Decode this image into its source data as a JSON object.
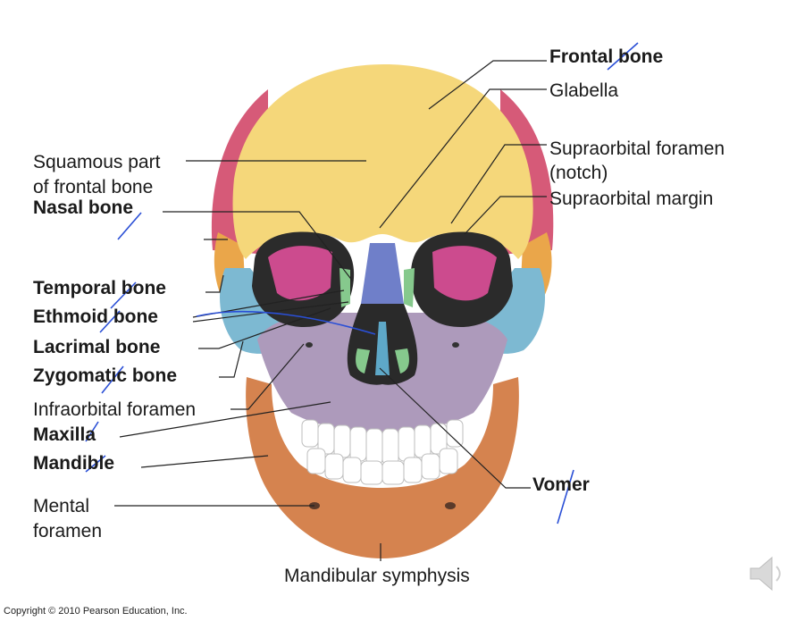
{
  "labels": {
    "frontal_bone": "Frontal bone",
    "glabella": "Glabella",
    "supraorbital_foramen_1": "Supraorbital foramen",
    "supraorbital_foramen_2": "(notch)",
    "supraorbital_margin": "Supraorbital margin",
    "squamous_1": "Squamous part",
    "squamous_2": "of frontal bone",
    "nasal_bone": "Nasal bone",
    "temporal_bone": "Temporal bone",
    "ethmoid_bone": "Ethmoid bone",
    "lacrimal_bone": "Lacrimal bone",
    "zygomatic_bone": "Zygomatic bone",
    "infraorbital_foramen": "Infraorbital foramen",
    "maxilla": "Maxilla",
    "mandible": "Mandible",
    "vomer": "Vomer",
    "mental_1": "Mental",
    "mental_2": "foramen",
    "mandibular_symphysis": "Mandibular symphysis"
  },
  "copyright": "Copyright © 2010 Pearson Education, Inc.",
  "colors": {
    "frontal": "#f5d77a",
    "parietal": "#d65a78",
    "temporal": "#eaa64a",
    "sphenoid": "#cc4b8e",
    "zygomatic": "#7db9d2",
    "maxilla": "#ad9abb",
    "mandible": "#d5834f",
    "nasal": "#6f7fc9",
    "ethmoid": "#86c98d",
    "vomer": "#5ea8c8",
    "annotation": "#2a4fd6"
  }
}
